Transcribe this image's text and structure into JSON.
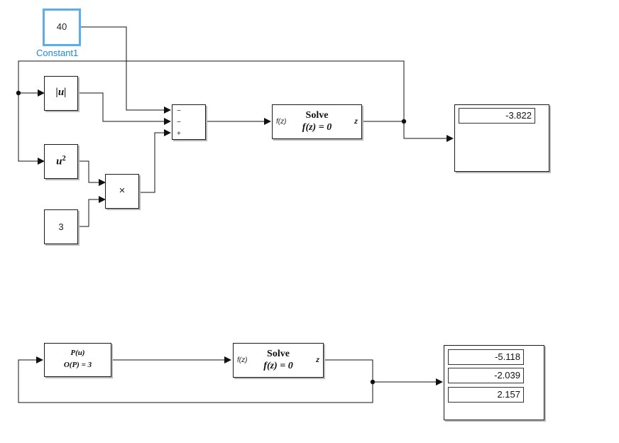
{
  "top_model": {
    "constant1": {
      "value": "40",
      "name": "Constant1"
    },
    "abs_block": {
      "label": "|u|"
    },
    "square_block": {
      "label": "u",
      "exponent": "2"
    },
    "constant3": {
      "value": "3"
    },
    "product_block": {
      "symbol": "×"
    },
    "sum_block": {
      "signs": [
        "−",
        "−",
        "+"
      ]
    },
    "solve_block": {
      "input_label": "f(z)",
      "title": "Solve",
      "equation": "f(z) = 0",
      "output_label": "z"
    },
    "display": {
      "values": [
        "-3.822"
      ]
    }
  },
  "bottom_model": {
    "poly_block": {
      "line1": "P(u)",
      "line2": "O(P) = 3"
    },
    "solve_block": {
      "input_label": "f(z)",
      "title": "Solve",
      "equation": "f(z) = 0",
      "output_label": "z"
    },
    "display": {
      "values": [
        "-5.118",
        "-2.039",
        "2.157"
      ]
    }
  },
  "colors": {
    "selection": "#5aaef0",
    "block_name": "#1e88d8",
    "line": "#1a1a1a"
  }
}
